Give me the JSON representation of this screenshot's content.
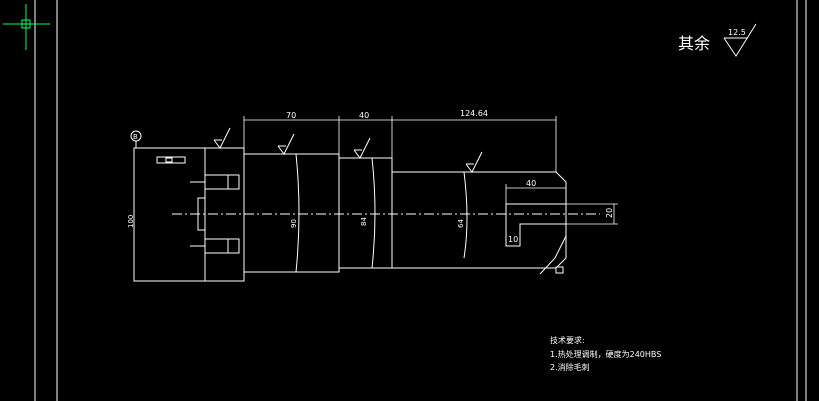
{
  "drawing": {
    "surface_finish_note": {
      "label": "其余",
      "roughness": "12.5"
    },
    "dimensions": {
      "len_section_1": "70",
      "len_section_2": "40",
      "len_section_3": "124.64",
      "len_slot": "40",
      "dia_flange": "100",
      "dia_step_1": "90",
      "dia_step_2": "84",
      "dia_step_3": "64",
      "slot_width": "20",
      "slot_depth": "10"
    },
    "datum_label": "B",
    "tech_requirements": {
      "title": "技术要求:",
      "items": [
        "1.热处理调制，硬度为240HBS",
        "2.消除毛刺"
      ]
    }
  },
  "colors": {
    "background": "#000000",
    "lines": "#ffffff",
    "cursor": "#00ff66"
  }
}
